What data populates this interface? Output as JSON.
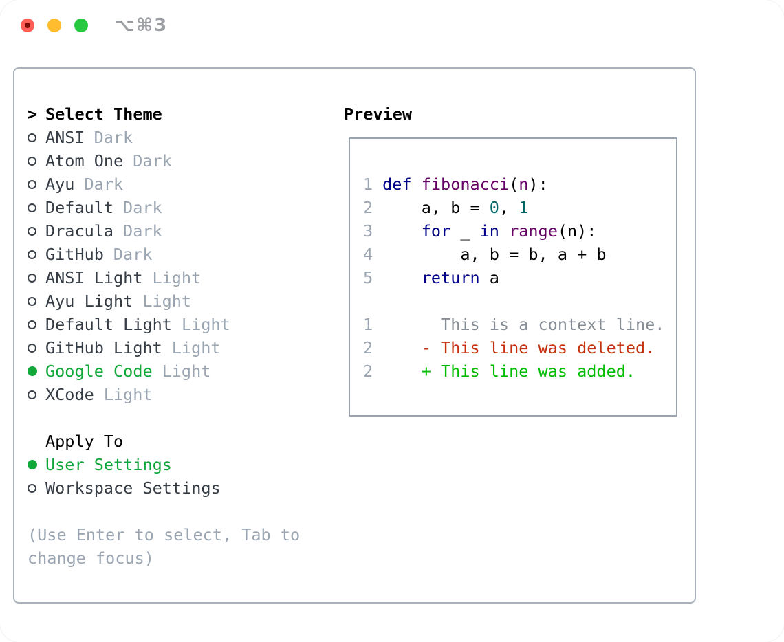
{
  "window": {
    "title": "⌥⌘3",
    "traffic_lights": [
      "close",
      "minimize",
      "zoom"
    ]
  },
  "picker": {
    "header": {
      "marker": ">",
      "label": "Select Theme"
    },
    "items": [
      {
        "name": "ANSI",
        "variant": "Dark",
        "selected": false
      },
      {
        "name": "Atom One",
        "variant": "Dark",
        "selected": false
      },
      {
        "name": "Ayu",
        "variant": "Dark",
        "selected": false
      },
      {
        "name": "Default",
        "variant": "Dark",
        "selected": false
      },
      {
        "name": "Dracula",
        "variant": "Dark",
        "selected": false
      },
      {
        "name": "GitHub",
        "variant": "Dark",
        "selected": false
      },
      {
        "name": "ANSI Light",
        "variant": "Light",
        "selected": false
      },
      {
        "name": "Ayu Light",
        "variant": "Light",
        "selected": false
      },
      {
        "name": "Default Light",
        "variant": "Light",
        "selected": false
      },
      {
        "name": "GitHub Light",
        "variant": "Light",
        "selected": false
      },
      {
        "name": "Google Code",
        "variant": "Light",
        "selected": true
      },
      {
        "name": "XCode",
        "variant": "Light",
        "selected": false
      }
    ],
    "apply_to": {
      "label": "Apply To",
      "options": [
        {
          "label": "User Settings",
          "selected": true
        },
        {
          "label": "Workspace Settings",
          "selected": false
        }
      ]
    },
    "help": [
      "(Use Enter to select, Tab to",
      "change focus)"
    ]
  },
  "preview": {
    "title": "Preview",
    "code_lines": [
      {
        "num": "1",
        "tokens": [
          {
            "c": "keyword",
            "t": "def"
          },
          {
            "c": "plain",
            "t": " "
          },
          {
            "c": "function",
            "t": "fibonacci"
          },
          {
            "c": "plain",
            "t": "("
          },
          {
            "c": "function",
            "t": "n"
          },
          {
            "c": "plain",
            "t": "):"
          }
        ]
      },
      {
        "num": "2",
        "tokens": [
          {
            "c": "plain",
            "t": "    a, b = "
          },
          {
            "c": "number",
            "t": "0"
          },
          {
            "c": "plain",
            "t": ", "
          },
          {
            "c": "number",
            "t": "1"
          }
        ]
      },
      {
        "num": "3",
        "tokens": [
          {
            "c": "plain",
            "t": "    "
          },
          {
            "c": "keyword",
            "t": "for"
          },
          {
            "c": "plain",
            "t": " _ "
          },
          {
            "c": "keyword",
            "t": "in"
          },
          {
            "c": "plain",
            "t": " "
          },
          {
            "c": "function",
            "t": "range"
          },
          {
            "c": "plain",
            "t": "(n):"
          }
        ]
      },
      {
        "num": "4",
        "tokens": [
          {
            "c": "plain",
            "t": "        a, b = b, a + b"
          }
        ]
      },
      {
        "num": "5",
        "tokens": [
          {
            "c": "plain",
            "t": "    "
          },
          {
            "c": "keyword",
            "t": "return"
          },
          {
            "c": "plain",
            "t": " a"
          }
        ]
      }
    ],
    "diff_lines": [
      {
        "num": "1",
        "c": "context",
        "t": "      This is a context line."
      },
      {
        "num": "2",
        "c": "deleted",
        "t": "    - This line was deleted."
      },
      {
        "num": "2",
        "c": "added",
        "t": "    + This line was added."
      }
    ]
  },
  "colors": {
    "accent_green": "#10a839",
    "muted": "#9aa5b1",
    "ink": "#353c44",
    "panel_border": "#a9b1ba",
    "box_border": "#9aa2ab",
    "keyword": "#000088",
    "function": "#660066",
    "number": "#006666",
    "plain": "#000000",
    "context": "#868d95",
    "deleted": "#c5310f",
    "added": "#00bb00",
    "lineno": "#9aa5b1",
    "titlebar_text": "#9b9ea3",
    "traffic_red": "#ff5f57",
    "traffic_red_dot": "#7e0d08",
    "traffic_yellow": "#febc2e",
    "traffic_green": "#28c840"
  }
}
